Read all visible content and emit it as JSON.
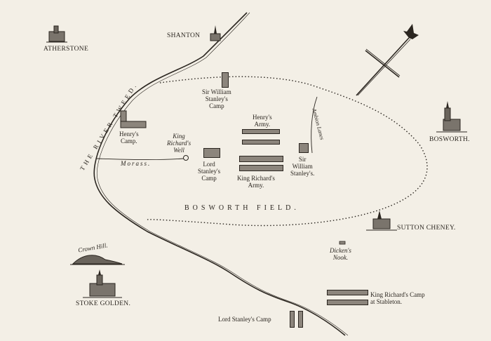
{
  "places": {
    "atherstone": "ATHERSTONE",
    "shanton": "SHANTON",
    "bosworth": "BOSWORTH.",
    "sutton_cheney": "SUTTON CHENEY.",
    "stoke_golden": "STOKE GOLDEN."
  },
  "features": {
    "river": "THE  RIVER  TWEED.",
    "morass": "Morass.",
    "king_richards_well": "King\nRichard's\nWell",
    "ambion_lanes": "Ambion Lanes",
    "crown_hill": "Crown Hill.",
    "dickens_nook": "Dicken's\nNook.",
    "field": "BOSWORTH  FIELD."
  },
  "camps": {
    "sir_william_stanley_camp": "Sir William\nStanley's\nCamp",
    "henry_camp": "Henry's\nCamp.",
    "lord_stanley_camp_field": "Lord\nStanley's\nCamp",
    "henry_army": "Henry's\nArmy.",
    "king_richard_army": "King Richard's\nArmy.",
    "sir_william_stanley": "Sir\nWilliam\nStanley's.",
    "king_richard_camp_stableton": "King Richard's Camp\nat Stableton.",
    "lord_stanley_camp_south": "Lord Stanley's Camp"
  },
  "colors": {
    "ink": "#2b2620",
    "paper": "#f3efe6",
    "block_fill": "#8c857c"
  },
  "icons": [
    "church-icon",
    "compass-spear-icon",
    "hill-icon",
    "well-icon"
  ]
}
